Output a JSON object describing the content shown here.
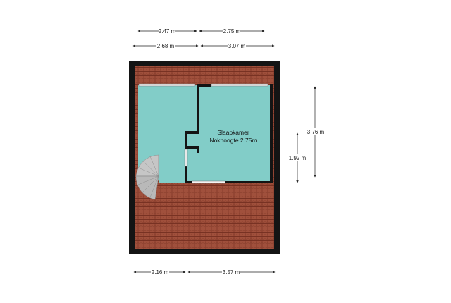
{
  "colors": {
    "roof": "#a0503c",
    "roof_tile_line": "#6e2a1c",
    "room_fill": "#82cdc8",
    "wall": "#141414",
    "stair": "#bdbdbd",
    "dimension": "#222222"
  },
  "dimensions": {
    "top_row_1": [
      "2.47 m",
      "2.75 m"
    ],
    "top_row_2": [
      "2.68 m",
      "3.07 m"
    ],
    "bottom_row": [
      "2.16 m",
      "3.57 m"
    ],
    "right_inner": "1.92 m",
    "right_outer": "3.76 m"
  },
  "room": {
    "name": "Slaapkamer",
    "height_note": "Nokhoogte 2.75m"
  }
}
